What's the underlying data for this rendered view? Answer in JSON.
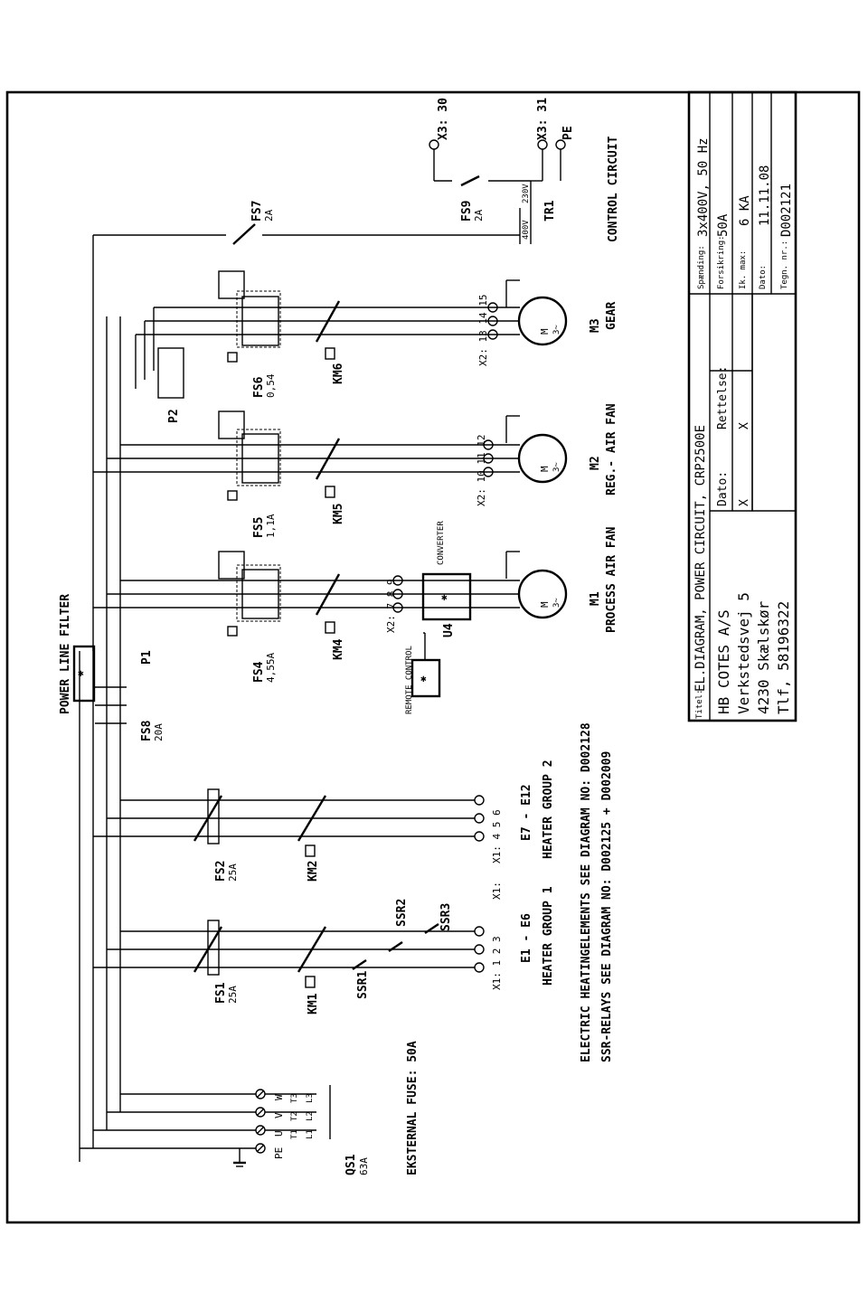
{
  "title_block": {
    "titel_label": "Titel:",
    "title": "EL.DIAGRAM, POWER CIRCUIT, CRP2500E",
    "company": "HB COTES A/S",
    "street": "Verkstedsvej 5",
    "city": "4230  Skælskør",
    "phone": "Tlf, 58196322",
    "dato_label": "Dato:",
    "dato_value": "X",
    "rettelse_label": "Rettelse:",
    "rettelse_value": "X",
    "spending_label": "Spænding:",
    "spending_value": "3x400V, 50 Hz",
    "forsikring_label": "Forsikring:",
    "forsikring_value": "50A",
    "ik_label": "Ik. max:",
    "ik_value": "6 KA",
    "dato2_label": "Dato:",
    "dato2_value": "11.11.08",
    "tegn_label": "Tegn. nr.:",
    "tegn_value": "D002121"
  },
  "mains": {
    "pe": "PE",
    "u": "U",
    "v": "V",
    "w": "W",
    "qs1": "QS1",
    "qs1_rating": "63A",
    "t1": "T1",
    "t2": "T2",
    "t3": "T3",
    "l1": "L1",
    "l2": "L2",
    "l3": "L3",
    "ext_fuse": "EKSTERNAL FUSE: 50A"
  },
  "filter": {
    "label": "POWER LINE FILTER",
    "p1": "P1",
    "fs8": "FS8",
    "fs8_rating": "20A"
  },
  "heaters": {
    "fs1": "FS1",
    "fs1_rating": "25A",
    "km1": "KM1",
    "ssr1": "SSR1",
    "ssr2": "SSR2",
    "ssr3": "SSR3",
    "x1_a": "X1: 1 2 3",
    "x1_b": "X1:",
    "group1_range": "E1 - E6",
    "group1": "HEATER GROUP 1",
    "fs2": "FS2",
    "fs2_rating": "25A",
    "km2": "KM2",
    "x1_c": "X1: 4 5 6",
    "group2_range": "E7 - E12",
    "group2": "HEATER GROUP 2",
    "note1": "ELECTRIC HEATINGELEMENTS SEE DIAGRAM NO: D002128",
    "note2": "SSR-RELAYS SEE DIAGRAM NO: D002125 + D002009"
  },
  "motors": {
    "fs4": "FS4",
    "fs4_rating": "4,55A",
    "km4": "KM4",
    "x2_m1": "X2: 7 8 9",
    "u4": "U4",
    "converter": "CONVERTER",
    "remote": "REMOTE CONTROL",
    "m1": "M1",
    "m1_name": "PROCESS AIR FAN",
    "fs5": "FS5",
    "fs5_rating": "1,1A",
    "km5": "KM5",
    "x2_m2": "X2: 10 11 12",
    "m2": "M2",
    "m2_name": "REG.- AIR FAN",
    "fs6": "FS6",
    "fs6_rating": "0,54",
    "km6": "KM6",
    "x2_m3": "X2: 13 14 15",
    "m3": "M3",
    "m3_name": "GEAR",
    "p2": "P2",
    "motor_symbol": "M",
    "motor_phase": "3~"
  },
  "control": {
    "fs7": "FS7",
    "fs7_rating": "2A",
    "fs9": "FS9",
    "fs9_rating": "2A",
    "tr1": "TR1",
    "v_primary": "400V",
    "v_secondary": "230V",
    "x3_30": "X3: 30",
    "x3_31": "X3: 31",
    "pe": "PE",
    "label": "CONTROL CIRCUIT"
  }
}
